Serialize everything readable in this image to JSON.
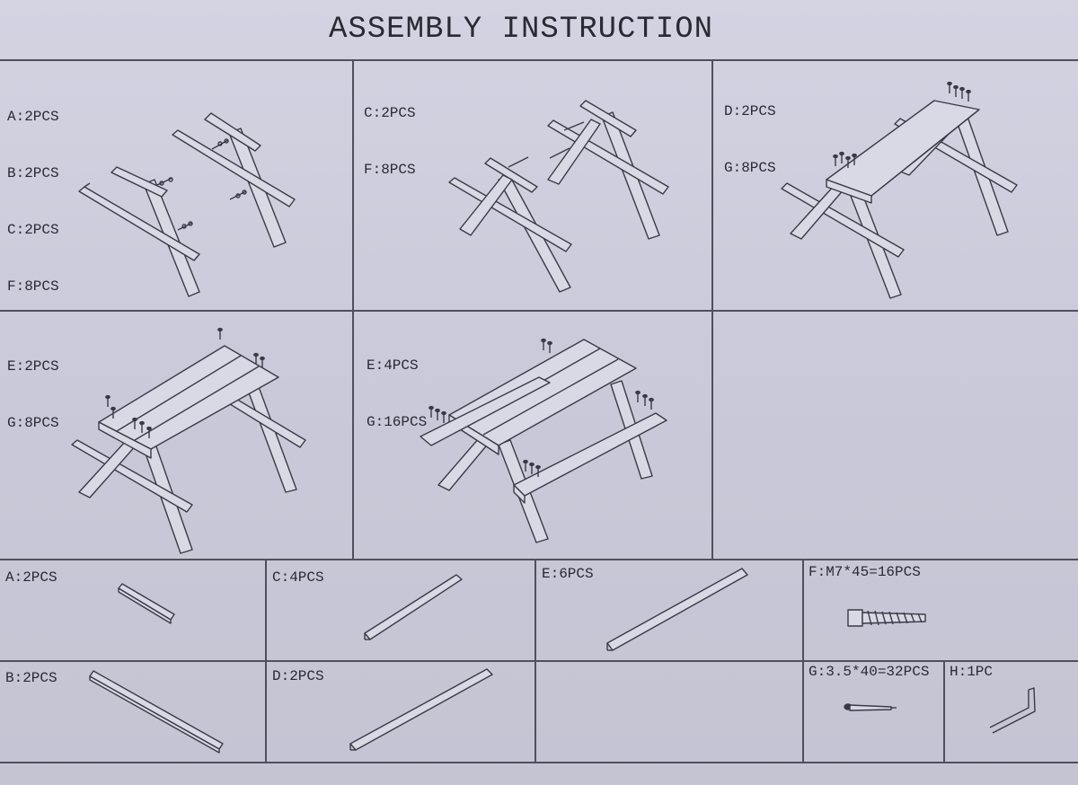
{
  "title": "ASSEMBLY INSTRUCTION",
  "steps": [
    {
      "lines": [
        "A:2PCS",
        "B:2PCS",
        "C:2PCS",
        "F:8PCS"
      ]
    },
    {
      "lines": [
        "C:2PCS",
        "F:8PCS"
      ]
    },
    {
      "lines": [
        "D:2PCS",
        "G:8PCS"
      ]
    },
    {
      "lines": [
        "E:2PCS",
        "G:8PCS"
      ]
    },
    {
      "lines": [
        "E:4PCS",
        "G:16PCS"
      ]
    }
  ],
  "parts": [
    {
      "label": "A:2PCS"
    },
    {
      "label": "C:4PCS"
    },
    {
      "label": "E:6PCS"
    },
    {
      "label": "F:M7*45=16PCS"
    },
    {
      "label": "B:2PCS"
    },
    {
      "label": "D:2PCS"
    },
    {
      "label": "G:3.5*40=32PCS"
    },
    {
      "label": "H:1PC"
    }
  ]
}
